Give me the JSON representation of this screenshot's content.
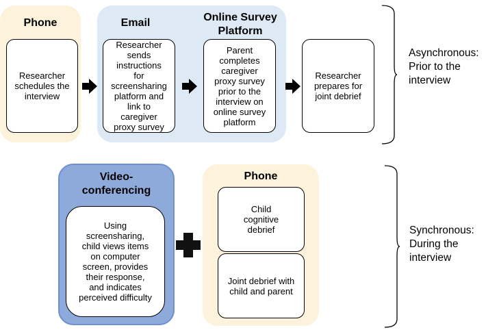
{
  "asynchronous": {
    "phone_title": "Phone",
    "email_title": "Email",
    "online_title": "Online Survey\nPlatform",
    "step1": "Researcher\nschedules the\ninterview",
    "step2": "Researcher\nsends\ninstructions\nfor\nscreensharing\nplatform and\nlink to\ncaregiver\nproxy survey",
    "step3": "Parent\ncompletes\ncaregiver\nproxy survey\nprior to the\ninterview on\nonline survey\nplatform",
    "step4": "Researcher\nprepares for\njoint debrief",
    "phase_label": "Asynchronous:\nPrior to the\ninterview"
  },
  "synchronous": {
    "video_title": "Video-\nconferencing",
    "video_text": "Using\nscreensharing,\nchild views items\non computer\nscreen, provides\ntheir response,\nand indicates\nperceived difficulty",
    "phone_title": "Phone",
    "phone_box1": "Child\ncognitive\ndebrief",
    "phone_box2": "Joint debrief with\nchild and parent",
    "phase_label": "Synchronous:\nDuring the\ninterview"
  },
  "colors": {
    "phone_panel": "#fdf2dc",
    "online_panel": "#ddeaf5",
    "video_panel": "#8eaadb"
  },
  "icons": {
    "arrow": "right-arrow-icon",
    "plus": "plus-icon"
  }
}
